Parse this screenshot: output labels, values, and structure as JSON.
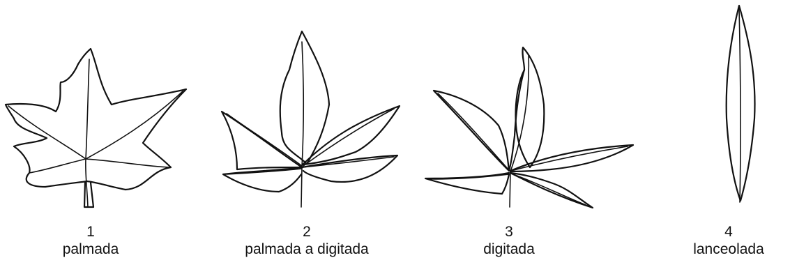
{
  "figure": {
    "leaves": [
      {
        "number": "1",
        "name": "palmada",
        "icon": "palmate-leaf-icon"
      },
      {
        "number": "2",
        "name": "palmada a digitada",
        "icon": "palmate-to-digitate-leaf-icon"
      },
      {
        "number": "3",
        "name": "digitada",
        "icon": "digitate-leaf-icon"
      },
      {
        "number": "4",
        "name": "lanceolada",
        "icon": "lanceolate-leaf-icon"
      }
    ]
  }
}
